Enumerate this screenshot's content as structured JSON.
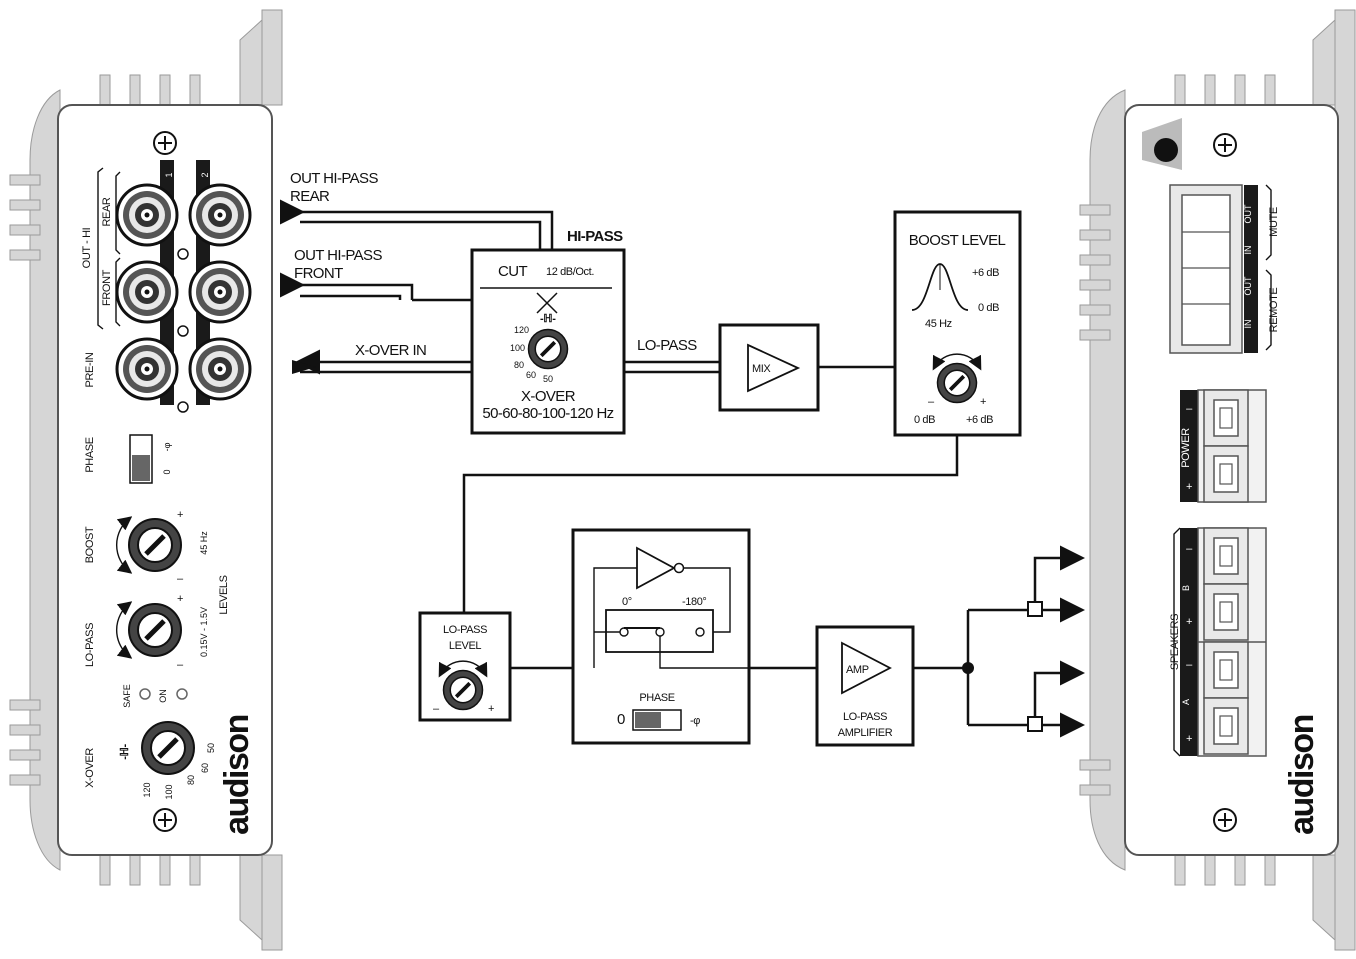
{
  "amp_left": {
    "brand": "audison",
    "channel_labels": [
      "1",
      "2"
    ],
    "group_labels": {
      "out_hi": "OUT - HI",
      "rear": "REAR",
      "front": "FRONT",
      "pre_in": "PRE-IN",
      "phase": "PHASE",
      "boost": "BOOST",
      "lo_pass": "LO-PASS",
      "x_over": "X-OVER",
      "levels": "LEVELS"
    },
    "phase_switch": {
      "zero": "0",
      "inv": "-φ"
    },
    "boost_freq": "45 Hz",
    "level_range": "0.15V - 1.5V",
    "plus": "+",
    "minus": "–",
    "led_labels": [
      "SAFE",
      "ON"
    ],
    "xover_scale": [
      "120",
      "100",
      "80",
      "60",
      "50"
    ],
    "xover_symbol": "-ℍ-"
  },
  "diagram": {
    "out_hi_rear": [
      "OUT HI-PASS",
      "REAR"
    ],
    "out_hi_front": [
      "OUT HI-PASS",
      "FRONT"
    ],
    "xover_in": "X-OVER IN",
    "hipass": "HI-PASS",
    "lopass": "LO-PASS",
    "xover_block": {
      "cut": "CUT",
      "slope": "12 dB/Oct.",
      "title": "X-OVER",
      "freqs": "50-60-80-100-120 Hz",
      "dial_marks": [
        "120",
        "100",
        "80",
        "60",
        "50"
      ]
    },
    "mix_block": {
      "label": "MIX"
    },
    "boost_block": {
      "title": "BOOST LEVEL",
      "plus6": "+6 dB",
      "zero": "0 dB",
      "freq": "45 Hz",
      "minus": "–",
      "plus": "+",
      "min_label": "0 dB",
      "max_label": "+6 dB"
    },
    "lopass_level": {
      "title": [
        "LO-PASS",
        "LEVEL"
      ],
      "minus": "–",
      "plus": "+"
    },
    "phase_block": {
      "deg0": "0°",
      "deg180": "-180°",
      "label": "PHASE",
      "zero": "0",
      "inv": "-φ"
    },
    "amp_block": {
      "label": "AMP",
      "title": [
        "LO-PASS",
        "AMPLIFIER"
      ]
    }
  },
  "amp_right": {
    "brand": "audison",
    "mute": "MUTE",
    "remote": "REMOTE",
    "in": "IN",
    "out": "OUT",
    "power": "POWER",
    "speakers": "SPEAKERS",
    "ch_a": "A",
    "ch_b": "B",
    "plus": "+",
    "minus": "–"
  }
}
